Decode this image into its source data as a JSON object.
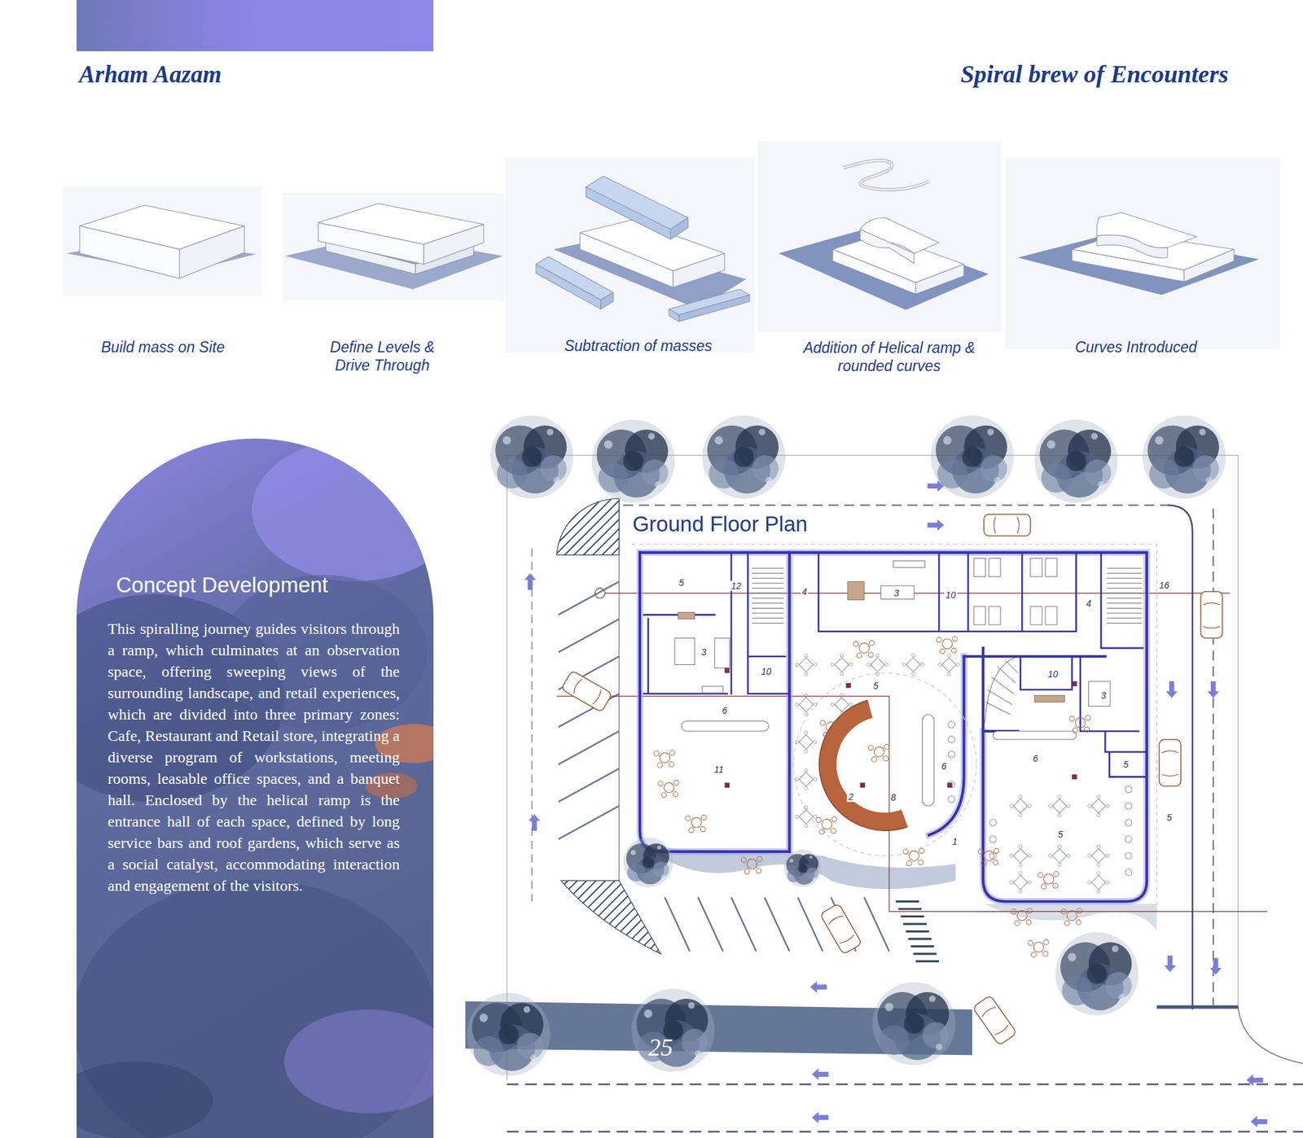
{
  "diagram": {
    "title": "Spiral brew of Encounters",
    "nodes": [
      {
        "text": [
          "Concept Development",
          "This spiralling journey guides visitors through a ramp, which culminates at an observation space, offering sweeping views of the surrounding landscape, and retail experiences, which are divided into three primary zones: Cafe, Restaurant and Retail store, integrating a diverse program of workstations, meeting rooms, leasable office spaces, and a banquet hall. Enclosed by the helical ramp is the entrance hall of each space, defined by long service bars and roof gardens, which serve as a social catalyst, accommodating interaction and engagement of the visitors."
        ]
      }
    ],
    "labels": [
      "Arham Aazam",
      "Build mass on Site",
      "Define Levels & Drive Through",
      "Subtraction of masses",
      "Addition of Helical ramp & rounded curves",
      "Curves Introduced",
      "Ground Floor Plan",
      "5",
      "12",
      "4",
      "3",
      "10",
      "4",
      "16",
      "3",
      "10",
      "10",
      "5",
      "3",
      "6",
      "6",
      "5",
      "11",
      "6",
      "2",
      "8",
      "5",
      "5",
      "1",
      "25"
    ]
  }
}
